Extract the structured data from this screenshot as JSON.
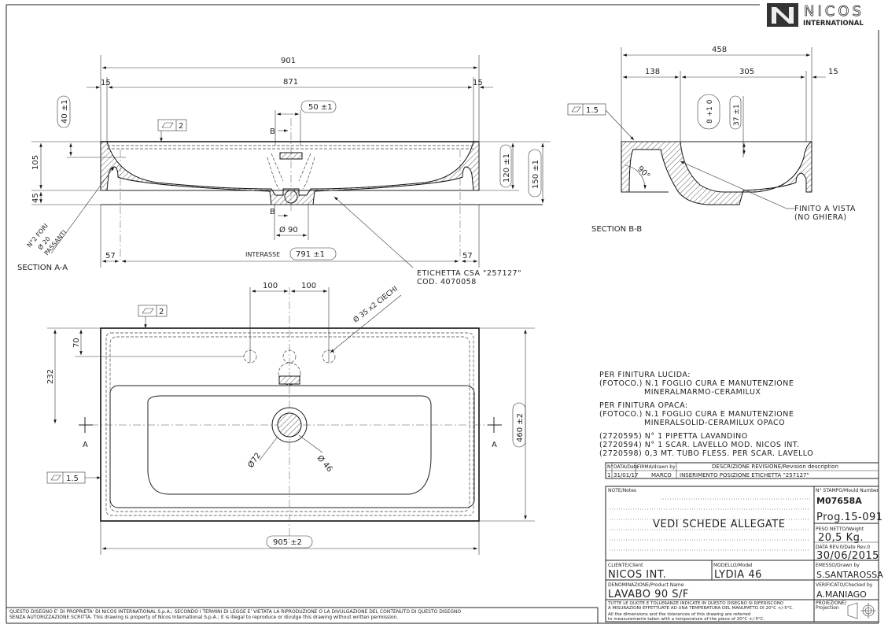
{
  "logo": {
    "brand": "NICOS",
    "sub": "INTERNATIONAL"
  },
  "section_aa": {
    "label": "SECTION A-A",
    "dim_901": "901",
    "dim_871": "871",
    "dim_15_left": "15",
    "dim_15_right": "15",
    "dim_50": "50 ±1",
    "dim_40": "40 ±1",
    "dim_105": "105",
    "dim_45": "45",
    "dim_120": "120 ±1",
    "dim_150": "150 ±1",
    "dim_90": "Ø 90",
    "interasse_label": "INTERASSE",
    "interasse_value": "791 ±1",
    "dim_57_left": "57",
    "dim_57_right": "57",
    "flatness": "2",
    "section_mark_top": "B",
    "section_mark_bottom": "B",
    "holes_note": [
      "N°2 FORI",
      "Ø 20",
      "PASSANTI"
    ],
    "label_note": [
      "ETICHETTA CSA \"257127\"",
      "COD. 4070058"
    ]
  },
  "section_bb": {
    "label": "SECTION B-B",
    "dim_458": "458",
    "dim_138": "138",
    "dim_305": "305",
    "dim_15": "15",
    "dim_8": "8 +1 0",
    "dim_37": "37 ±1",
    "angle": "90°",
    "flatness": "1.5",
    "finish_note": [
      "FINITO A VISTA",
      "(NO GHIERA)"
    ]
  },
  "plan_view": {
    "dim_100_left": "100",
    "dim_100_right": "100",
    "holes": "Ø 35 x2 CIECHI",
    "dim_70": "70",
    "dim_232": "232",
    "dim_460": "460 ±2",
    "dim_905": "905 ±2",
    "dim_72": "Ø72",
    "dim_46": "Ø 46",
    "section_a_left": "A",
    "section_a_right": "A",
    "flatness_top": "2",
    "flatness_left": "1.5"
  },
  "notes": [
    "PER FINITURA LUCIDA:",
    "(FOTOCO.) N.1 FOGLIO CURA E MANUTENZIONE",
    "MINERALMARMO-CERAMILUX",
    "PER FINITURA OPACA:",
    "(FOTOCO.) N.1 FOGLIO CURA E MANUTENZIONE",
    "MINERALSOLID-CERAMILUX OPACO",
    "(2720595) N° 1 PIPETTA LAVANDINO",
    "(2720594) N° 1 SCAR. LAVELLO MOD. NICOS INT.",
    "(2720598) 0,3 MT. TUBO FLESS. PER SCAR. LAVELLO"
  ],
  "revision": {
    "headers": [
      "N°",
      "DATA/Date",
      "FIRMA/drawn by",
      "DESCRIZIONE REVISIONE/Revision description"
    ],
    "rows": [
      [
        "1",
        "31/01/17",
        "MARCO",
        "INSERIMENTO POSIZIONE ETICHETTA \"257127\""
      ]
    ]
  },
  "title_block": {
    "notes_label": "NOTE/Notes",
    "notes_value": "VEDI SCHEDE ALLEGATE",
    "mould_label": "N° STAMPO/Mould Number",
    "mould_value": "M07658A",
    "prog": "Prog.15-091",
    "weight_label": "PESO NETTO/Weight",
    "weight_value": "20,5 Kg.",
    "date_label": "DATA REV.0/Date Rev.0",
    "date_value": "30/06/2015",
    "client_label": "CLIENTE/Client",
    "client_value": "NICOS INT.",
    "model_label": "MODELLO/Model",
    "model_value": "LYDIA 46",
    "drawn_label": "EMESSO/Drawn by",
    "drawn_value": "S.SANTAROSSA",
    "product_label": "DENOMINAZIONE/Product Name",
    "product_value": "LAVABO 90 S/F",
    "checked_label": "VERIFICATO/Checked by",
    "checked_value": "A.MANIAGO",
    "tolerance_it": [
      "TUTTE LE QUOTE E TOLLERANZE INDICATE IN QUESTO DISEGNO SI RIFERISCONO",
      "A MISURAZIONI EFFETTUATE AD UNA TEMPERATURA DEL MANUFATTO DI 20°C +/-5°C."
    ],
    "tolerance_en": [
      "All the dimensions and the tolerances of this drawing are referred",
      "to measurements taken with a temperature of the piece of 20°C +/-5°C."
    ],
    "projection_label": [
      "PROIEZIONE/",
      "Projection"
    ]
  },
  "copyright": [
    "QUESTO DISEGNO E' DI PROPRIETA' DI NICOS INTERNATIONAL S.p.A.; SECONDO I TERMINI DI LEGGE E' VIETATA LA RIPRODUZIONE O LA DIVULGAZIONE DEL CONTENUTO DI QUESTO DISEGNO",
    "SENZA AUTORIZZAZIONE SCRITTA. This drawing is property of Nicos International S.p.A.; it is illegal to reproduce or divulge this drawing without written permission."
  ]
}
